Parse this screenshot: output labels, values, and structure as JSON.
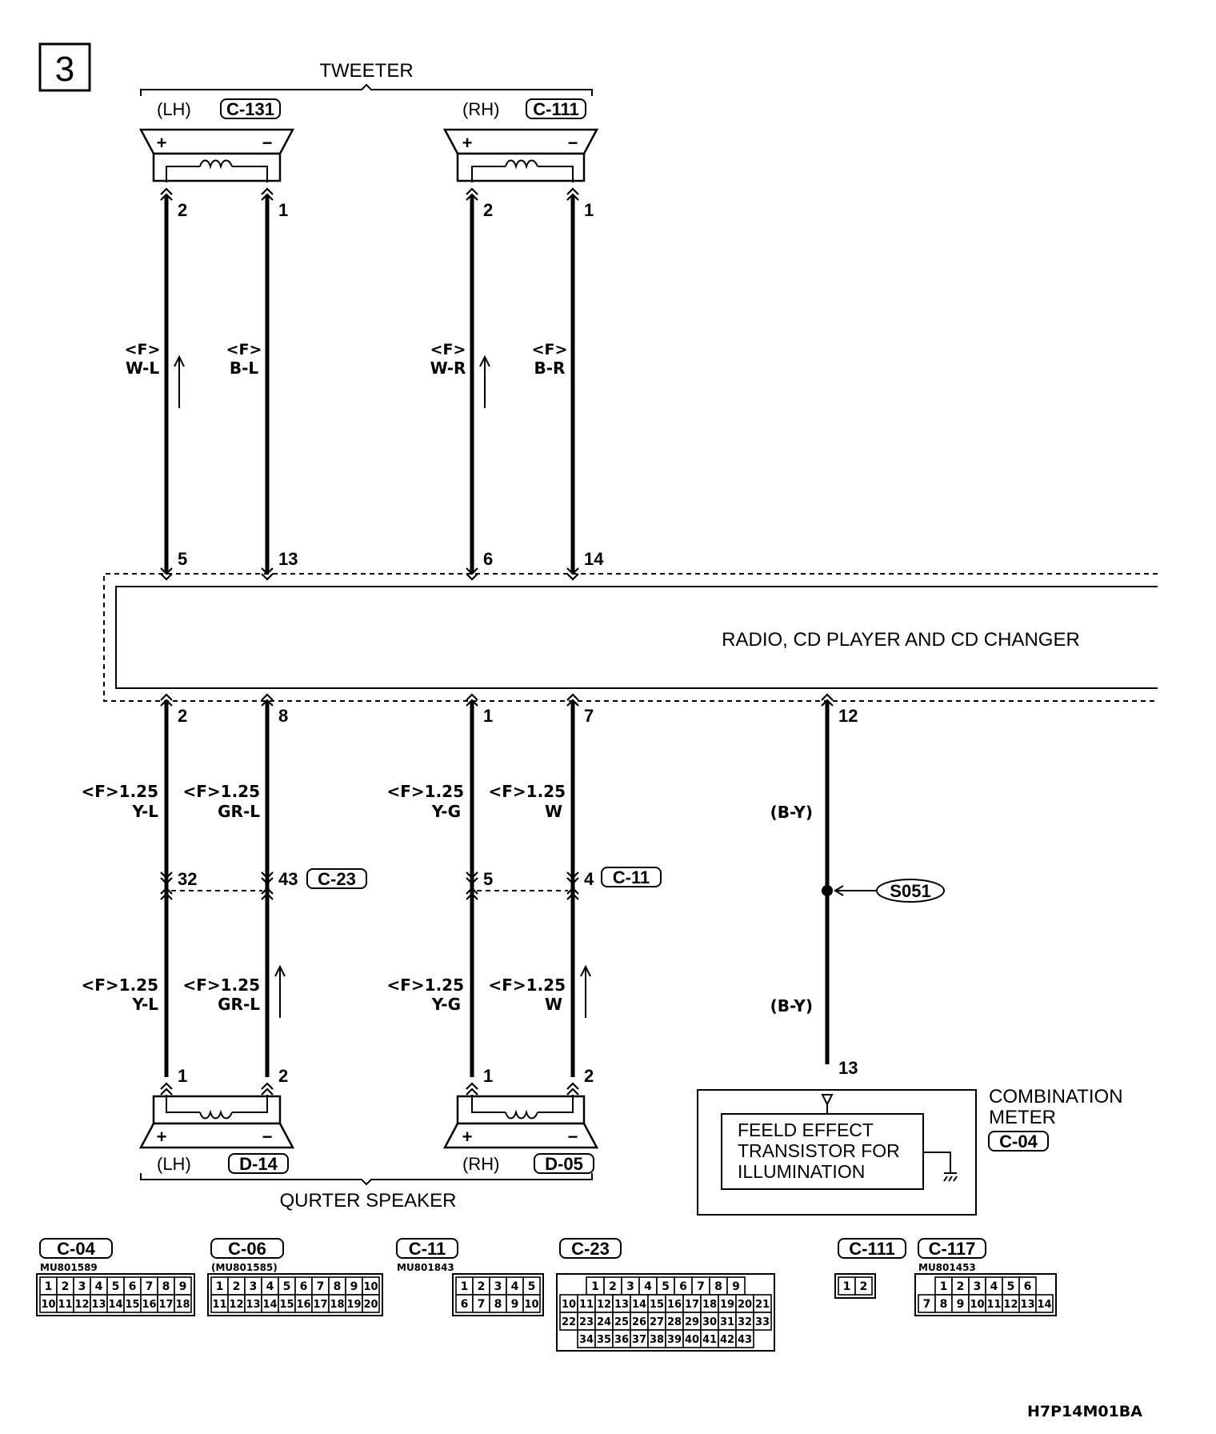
{
  "page_number": "3",
  "diagram_code": "H7P14M01BA",
  "tweeter": {
    "group_label": "TWEETER",
    "lh": {
      "side": "(LH)",
      "connector": "C-131",
      "plus": "+",
      "minus": "−",
      "pin_plus": "2",
      "pin_minus": "1"
    },
    "rh": {
      "side": "(RH)",
      "connector": "C-111",
      "plus": "+",
      "minus": "−",
      "pin_plus": "2",
      "pin_minus": "1"
    }
  },
  "upper_wires": [
    {
      "code": "<F>",
      "color": "W-L"
    },
    {
      "code": "<F>",
      "color": "B-L"
    },
    {
      "code": "<F>",
      "color": "W-R"
    },
    {
      "code": "<F>",
      "color": "B-R"
    }
  ],
  "radio": {
    "label": "RADIO, CD PLAYER AND CD CHANGER",
    "top_pins": [
      "5",
      "13",
      "6",
      "14"
    ],
    "bottom_pins": [
      "2",
      "8",
      "1",
      "7",
      "12"
    ]
  },
  "lower_wires_top": [
    {
      "code": "<F>1.25",
      "color": "Y-L"
    },
    {
      "code": "<F>1.25",
      "color": "GR-L"
    },
    {
      "code": "<F>1.25",
      "color": "Y-G"
    },
    {
      "code": "<F>1.25",
      "color": "W"
    }
  ],
  "lower_wires_bottom": [
    {
      "code": "<F>1.25",
      "color": "Y-L"
    },
    {
      "code": "<F>1.25",
      "color": "GR-L"
    },
    {
      "code": "<F>1.25",
      "color": "Y-G"
    },
    {
      "code": "<F>1.25",
      "color": "W"
    }
  ],
  "junctions": {
    "left": {
      "pin_a": "32",
      "pin_b": "43",
      "connector": "C-23"
    },
    "right": {
      "pin_a": "5",
      "pin_b": "4",
      "connector": "C-11"
    }
  },
  "illum": {
    "wire_top": "(B-Y)",
    "wire_bottom": "(B-Y)",
    "splice": "S051",
    "pin_meter": "13"
  },
  "quarter": {
    "group_label": "QURTER SPEAKER",
    "lh": {
      "side": "(LH)",
      "connector": "D-14",
      "plus": "+",
      "minus": "−",
      "pin_plus": "1",
      "pin_minus": "2"
    },
    "rh": {
      "side": "(RH)",
      "connector": "D-05",
      "plus": "+",
      "minus": "−",
      "pin_plus": "1",
      "pin_minus": "2"
    }
  },
  "meter": {
    "title_line1": "COMBINATION",
    "title_line2": "METER",
    "connector": "C-04",
    "inner_line1": "FEELD EFFECT",
    "inner_line2": "TRANSISTOR FOR",
    "inner_line3": "ILLUMINATION"
  },
  "connectors": [
    {
      "id": "C-04",
      "part": "MU801589",
      "rows": [
        [
          "1",
          "2",
          "3",
          "4",
          "5",
          "6",
          "7",
          "8",
          "9"
        ],
        [
          "10",
          "11",
          "12",
          "13",
          "14",
          "15",
          "16",
          "17",
          "18"
        ]
      ]
    },
    {
      "id": "C-06",
      "part": "(MU801585)",
      "rows": [
        [
          "1",
          "2",
          "3",
          "4",
          "5",
          "6",
          "7",
          "8",
          "9",
          "10"
        ],
        [
          "11",
          "12",
          "13",
          "14",
          "15",
          "16",
          "17",
          "18",
          "19",
          "20"
        ]
      ]
    },
    {
      "id": "C-11",
      "part": "MU801843",
      "rows": [
        [
          "1",
          "2",
          "3",
          "4",
          "5"
        ],
        [
          "6",
          "7",
          "8",
          "9",
          "10"
        ]
      ]
    },
    {
      "id": "C-23",
      "part": "",
      "rows": [
        [
          "1",
          "2",
          "3",
          "4",
          "5",
          "6",
          "7",
          "8",
          "9"
        ],
        [
          "10",
          "11",
          "12",
          "13",
          "14",
          "15",
          "16",
          "17",
          "18",
          "19",
          "20",
          "21"
        ],
        [
          "22",
          "23",
          "24",
          "25",
          "26",
          "27",
          "28",
          "29",
          "30",
          "31",
          "32",
          "33"
        ],
        [
          "34",
          "35",
          "36",
          "37",
          "38",
          "39",
          "40",
          "41",
          "42",
          "43"
        ]
      ]
    },
    {
      "id": "C-111",
      "part": "",
      "rows": [
        [
          "1",
          "2"
        ]
      ]
    },
    {
      "id": "C-117",
      "part": "MU801453",
      "rows": [
        [
          "1",
          "2",
          "3",
          "4",
          "5",
          "6"
        ],
        [
          "7",
          "8",
          "9",
          "10",
          "11",
          "12",
          "13",
          "14"
        ]
      ]
    }
  ]
}
